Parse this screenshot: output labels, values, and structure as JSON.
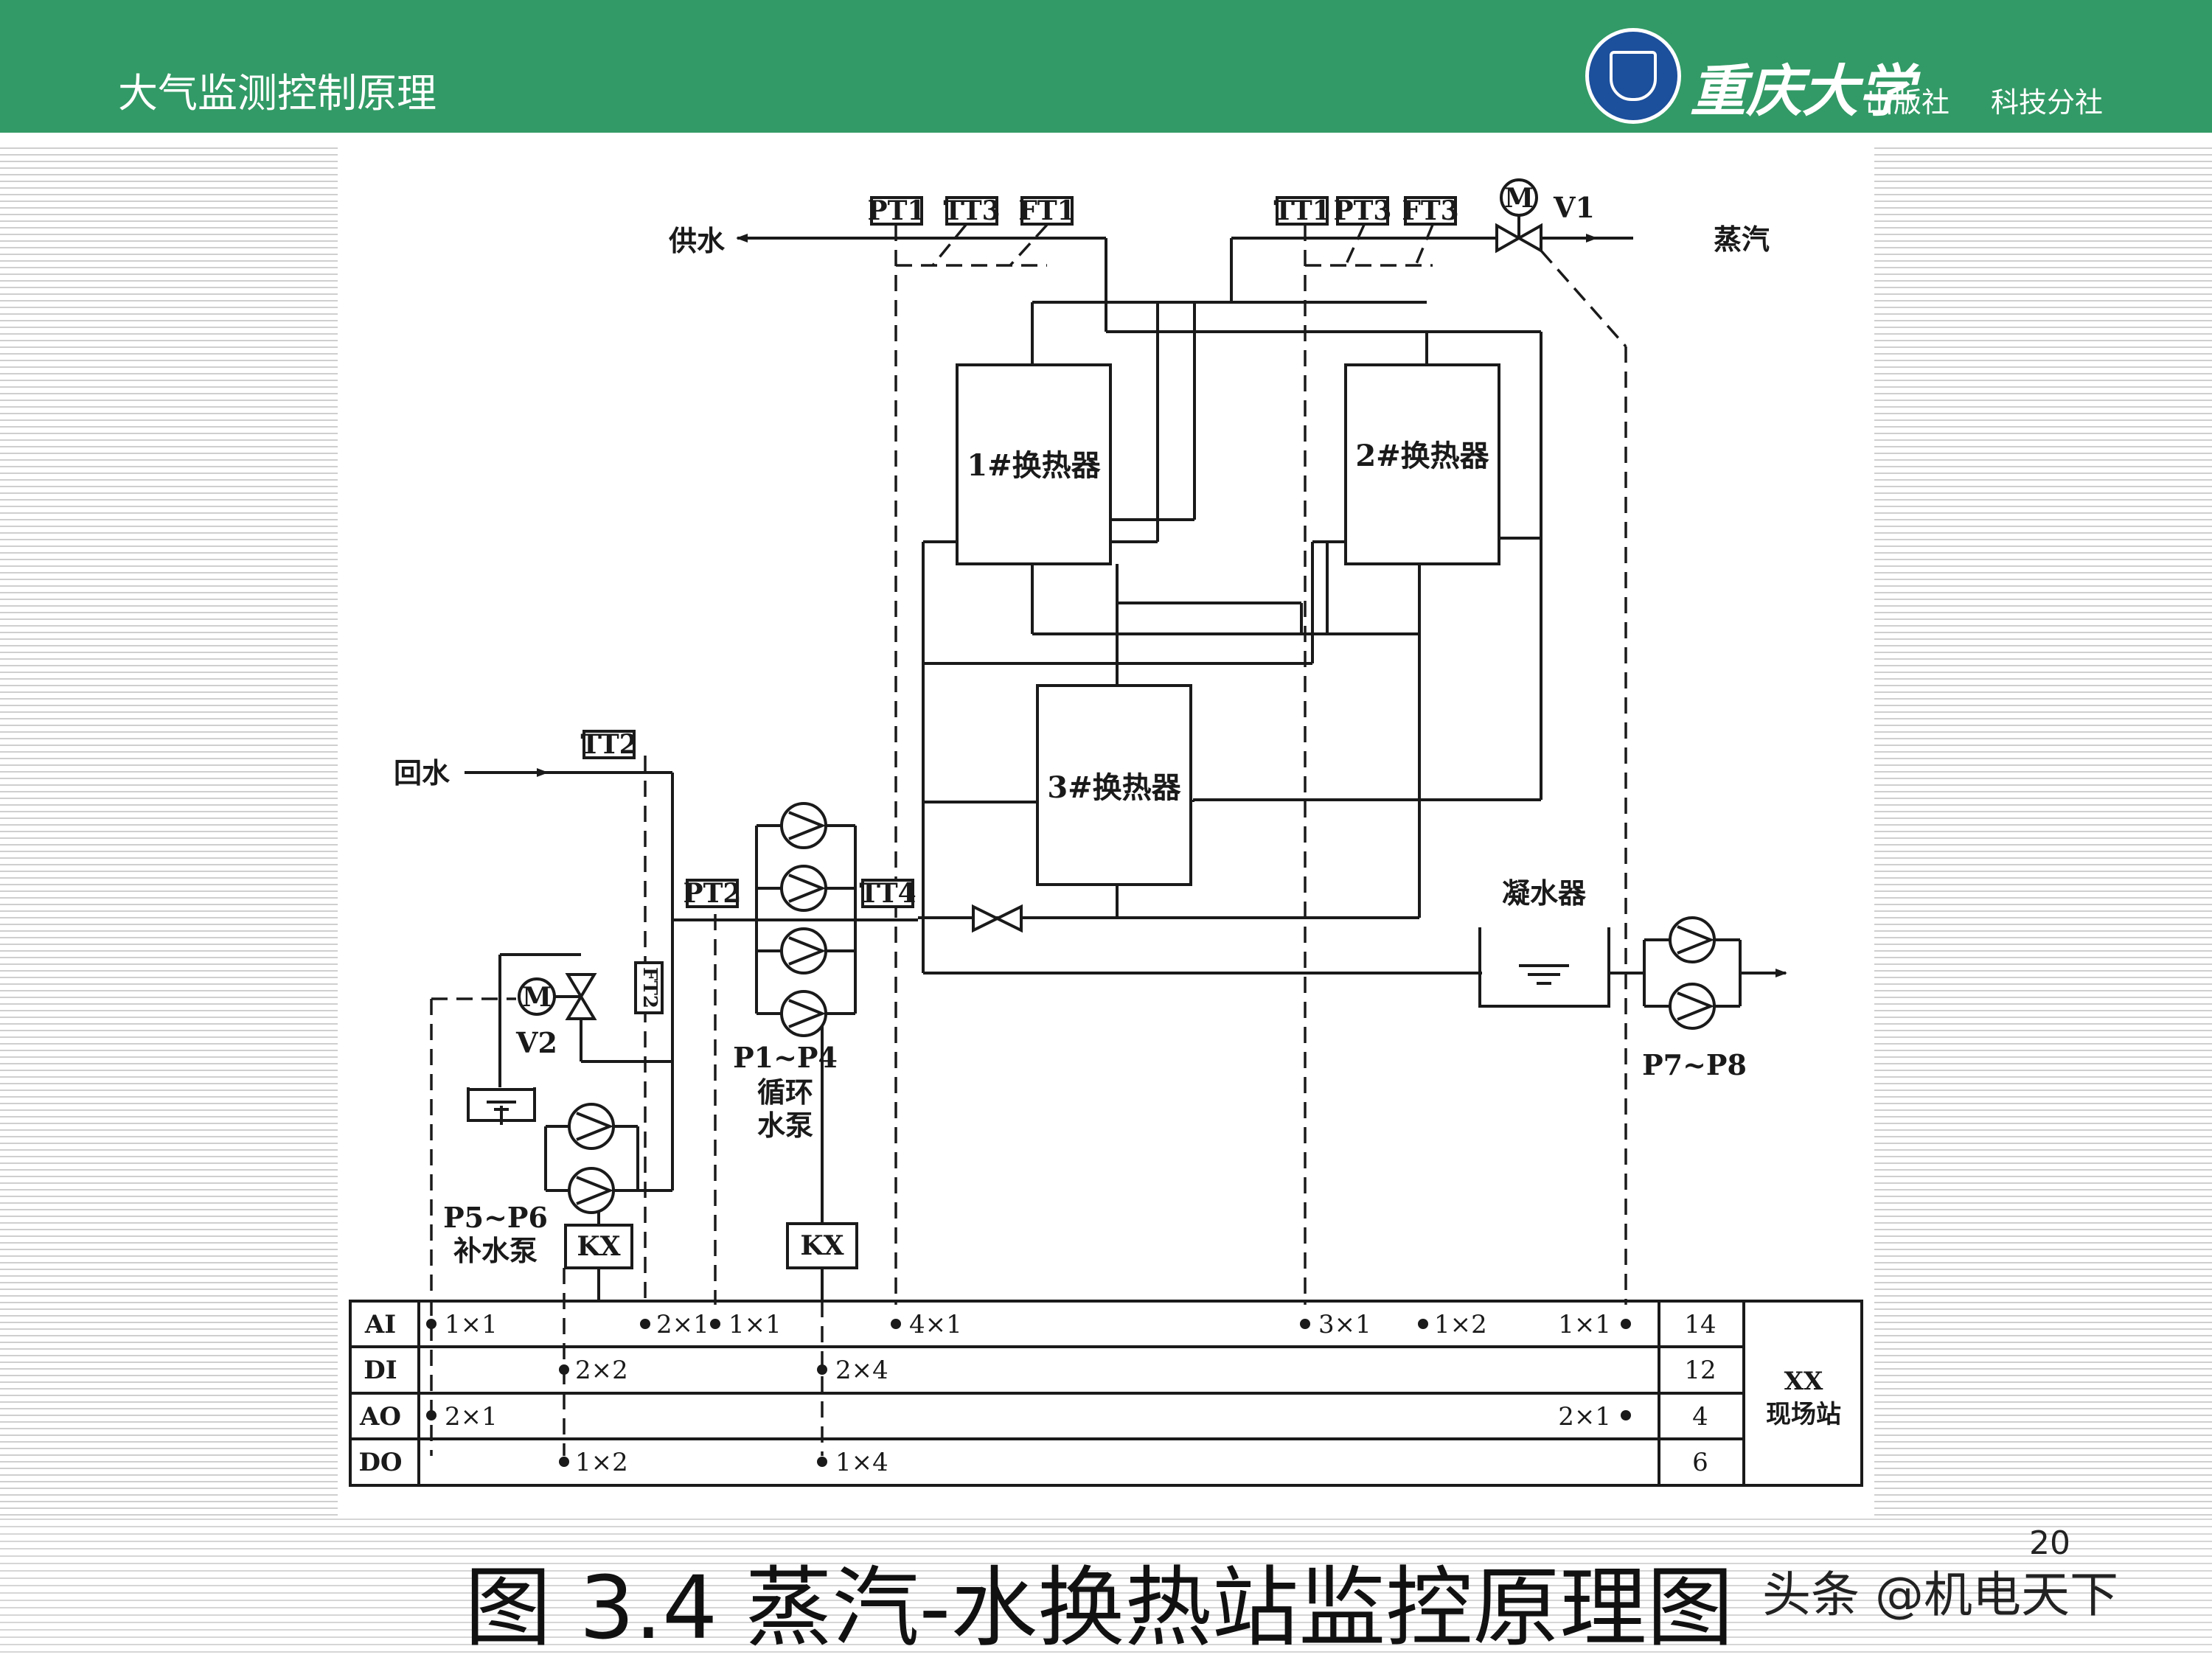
{
  "header": {
    "title": "大气监测控制原理",
    "university": "重庆大学",
    "press": "出版社",
    "branch": "科技分社"
  },
  "colors": {
    "header_green": "#329a66",
    "logo_blue": "#1c4f9c"
  },
  "diagram": {
    "flows": {
      "supply": "供水",
      "return": "回水",
      "steam": "蒸汽"
    },
    "sensors": {
      "PT1": "PT1",
      "TT3": "TT3",
      "FT1": "FT1",
      "TT1": "TT1",
      "PT3": "PT3",
      "FT3": "FT3",
      "TT2": "TT2",
      "PT2": "PT2",
      "TT4": "TT4",
      "FT2": "FT2"
    },
    "valves": {
      "v1": "V1",
      "v2": "V2",
      "motor": "M"
    },
    "exchangers": {
      "hx1": "1#换热器",
      "hx2": "2#换热器",
      "hx3": "3#换热器"
    },
    "condenser": "凝水器",
    "pumps": {
      "p1p4_code": "P1~P4",
      "p1p4_name1": "循环",
      "p1p4_name2": "水泵",
      "p5p6_code": "P5~P6",
      "p5p6_name": "补水泵",
      "p7p8_code": "P7~P8"
    },
    "kx": "KX"
  },
  "io_table": {
    "rows": [
      "AI",
      "DI",
      "AO",
      "DO"
    ],
    "totals": [
      "14",
      "12",
      "4",
      "6"
    ],
    "station_line1": "XX",
    "station_line2": "现场站",
    "entries": {
      "ai_1": "1×1",
      "ai_2": "2×1",
      "ai_3": "1×1",
      "ai_4": "4×1",
      "ai_5": "3×1",
      "ai_6": "1×2",
      "ai_7": "1×1",
      "di_1": "2×2",
      "di_2": "2×4",
      "ao_1": "2×1",
      "ao_2": "2×1",
      "do_1": "1×2",
      "do_2": "1×4"
    }
  },
  "caption": "图 3.4 蒸汽-水换热站监控原理图",
  "watermark": "头条 @机电天下",
  "page_number": "20"
}
